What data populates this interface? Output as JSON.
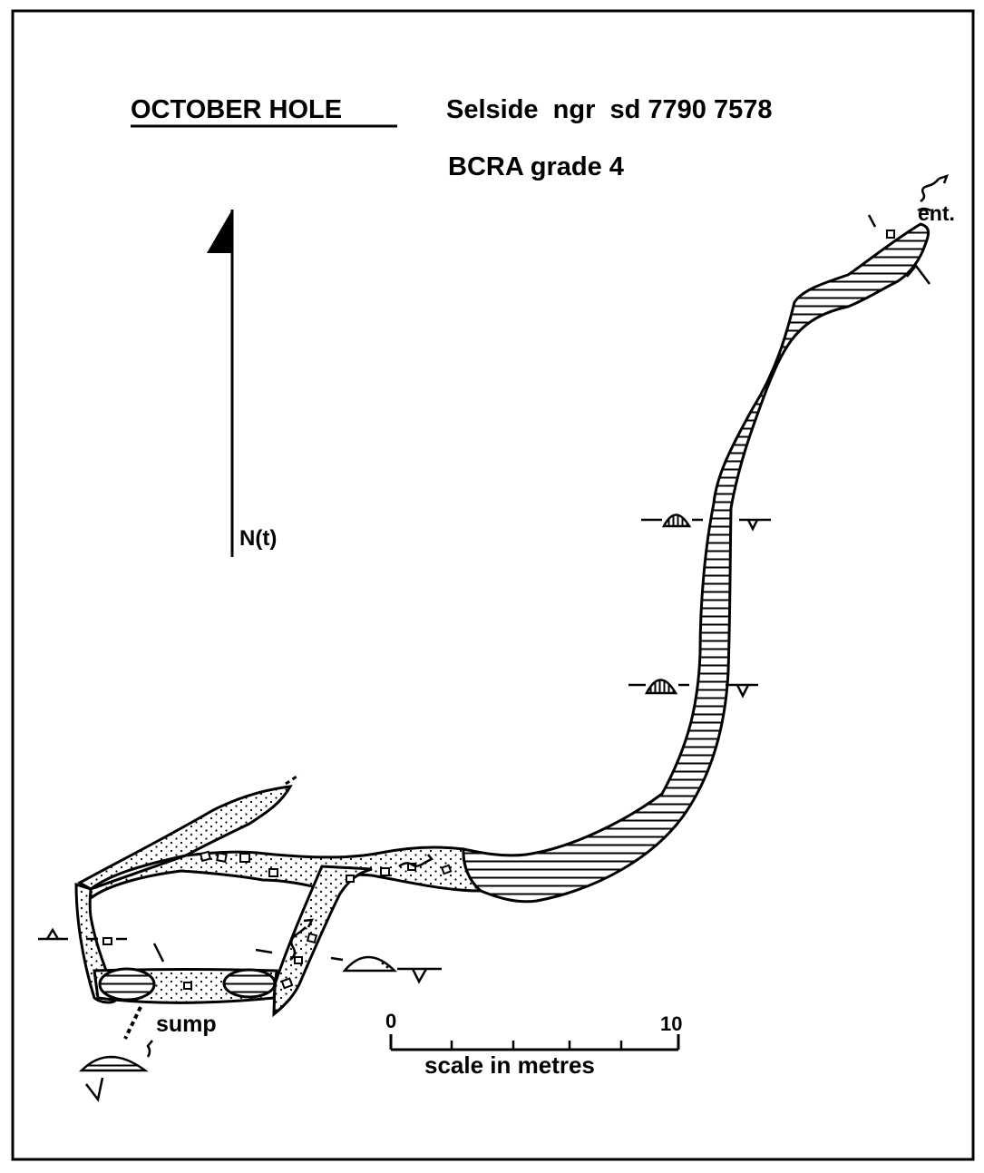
{
  "title": "OCTOBER HOLE",
  "location": "Selside  ngr  sd 7790 7578",
  "grade": "BCRA grade 4",
  "north_label": "N(t)",
  "entrance_label": "ent.",
  "sump_label": "sump",
  "scale": {
    "start": "0",
    "end": "10",
    "caption": "scale in metres"
  }
}
